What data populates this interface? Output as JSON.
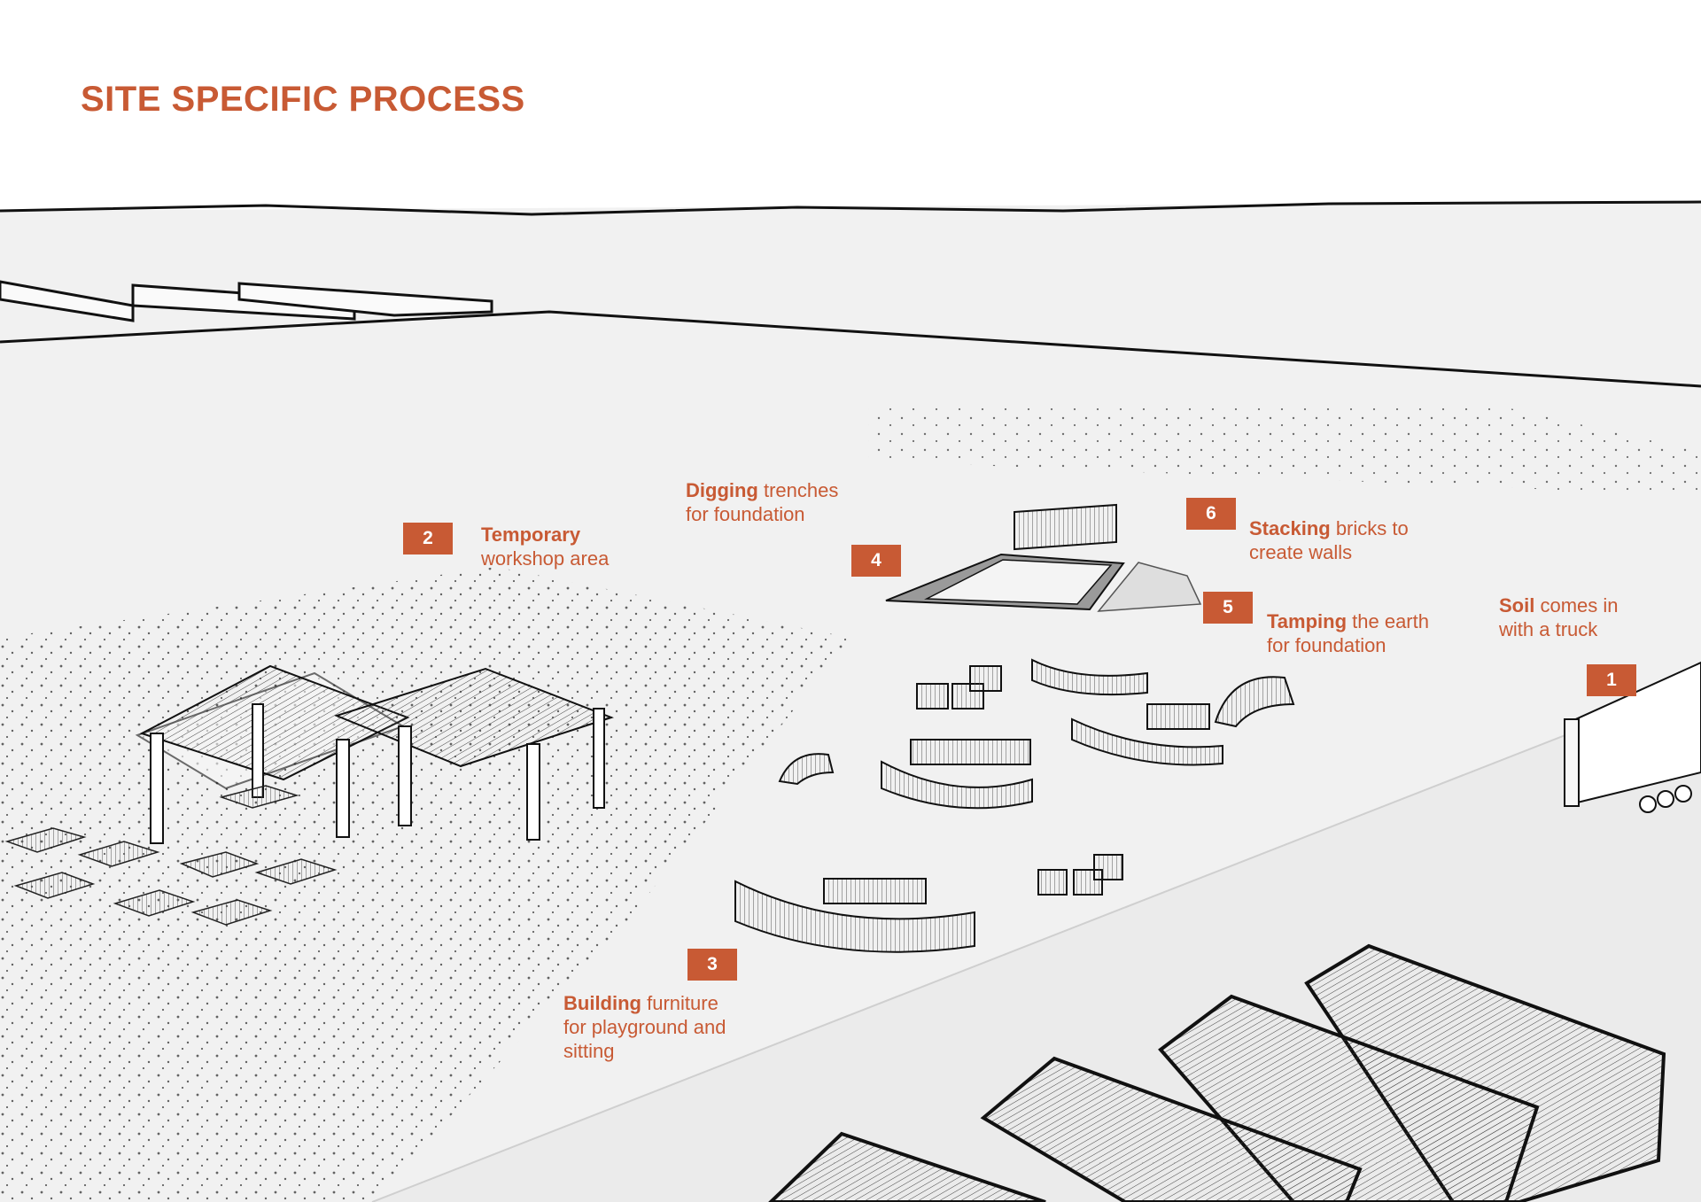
{
  "title": "SITE SPECIFIC PROCESS",
  "accent_color": "#c85a34",
  "steps": [
    {
      "number": "1",
      "bold": "Soil",
      "rest": " comes in",
      "line2": "with a truck",
      "line3": ""
    },
    {
      "number": "2",
      "bold": "Temporary",
      "rest": "",
      "line2": "workshop area",
      "line3": ""
    },
    {
      "number": "3",
      "bold": "Building",
      "rest": " furniture",
      "line2": "for playground and",
      "line3": "sitting"
    },
    {
      "number": "4",
      "bold": "Digging",
      "rest": " trenches",
      "line2": "for foundation",
      "line3": ""
    },
    {
      "number": "5",
      "bold": "Tamping",
      "rest": " the earth",
      "line2": "for foundation",
      "line3": ""
    },
    {
      "number": "6",
      "bold": "Stacking",
      "rest": " bricks to",
      "line2": "create walls",
      "line3": ""
    }
  ]
}
